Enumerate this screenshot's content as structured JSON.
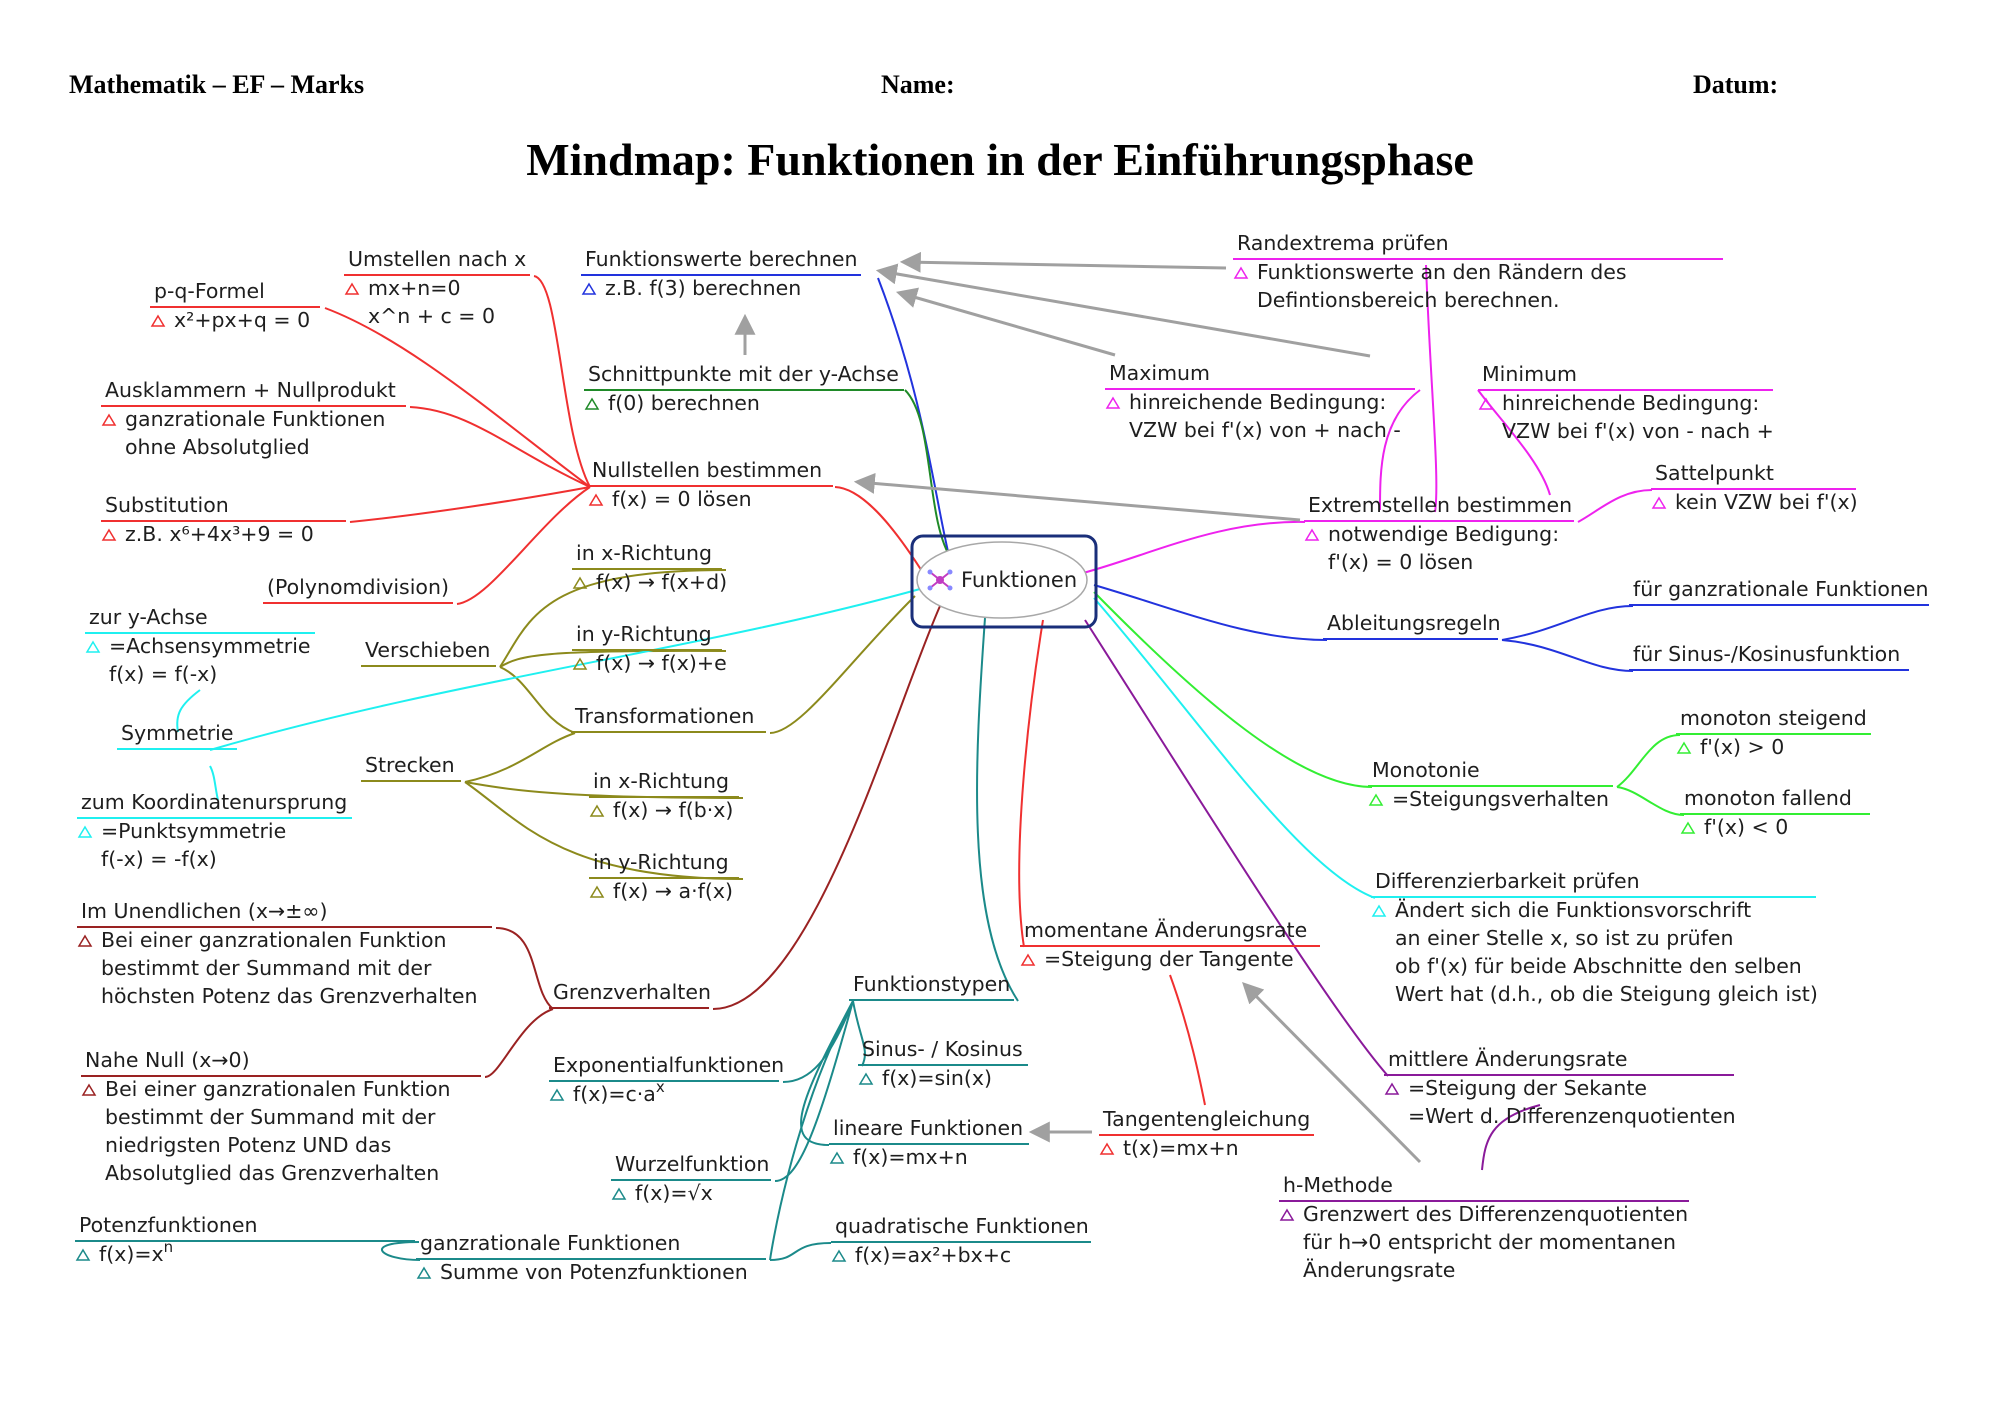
{
  "header": {
    "left": "Mathematik – EF – Marks",
    "name_label": "Name:",
    "date_label": "Datum:"
  },
  "title": "Mindmap: Funktionen in der Einführungsphase",
  "colors": {
    "red": "#f03030",
    "blue": "#2233dd",
    "green": "#1f8a28",
    "olive": "#8c8a1c",
    "cyan": "#1ff0f0",
    "darkred": "#9a2222",
    "teal": "#1b8a8a",
    "magenta": "#ee22ee",
    "lightgreen": "#33ee33",
    "purple": "#8a1a9a",
    "arrow": "#a0a0a0",
    "center_border": "#1a2f7a"
  },
  "center": {
    "label": "Funktionen",
    "icon": "mindmap-icon"
  },
  "marker_icon": "triangle-marker-icon",
  "nodes": [
    {
      "id": "funktionswerte",
      "title": "Funktionswerte berechnen",
      "lines": [
        "z.B. f(3) berechnen"
      ],
      "color": "blue"
    },
    {
      "id": "umstellen",
      "title": "Umstellen nach x",
      "lines": [
        "mx+n=0",
        "x^n + c = 0"
      ],
      "color": "red"
    },
    {
      "id": "pq",
      "title": "p-q-Formel",
      "lines": [
        "x²+px+q = 0"
      ],
      "color": "red"
    },
    {
      "id": "ausklammern",
      "title": "Ausklammern + Nullprodukt",
      "lines": [
        "ganzrationale Funktionen",
        "ohne Absolutglied"
      ],
      "color": "red"
    },
    {
      "id": "substitution",
      "title": "Substitution",
      "lines": [
        "z.B. x⁶+4x³+9 = 0"
      ],
      "color": "red"
    },
    {
      "id": "polynomdivision",
      "title": "(Polynomdivision)",
      "lines": [],
      "color": "red"
    },
    {
      "id": "schnittpunkte",
      "title": "Schnittpunkte mit der y-Achse",
      "lines": [
        "f(0) berechnen"
      ],
      "color": "green"
    },
    {
      "id": "nullstellen",
      "title": "Nullstellen bestimmen",
      "lines": [
        "f(x) = 0 lösen"
      ],
      "color": "red"
    },
    {
      "id": "xrichtung1",
      "title": "in x-Richtung",
      "lines": [
        "f(x) → f(x+d)"
      ],
      "color": "olive"
    },
    {
      "id": "yrichtung1",
      "title": "in y-Richtung",
      "lines": [
        "f(x) → f(x)+e"
      ],
      "color": "olive"
    },
    {
      "id": "verschieben",
      "title": "Verschieben",
      "lines": [],
      "color": "olive"
    },
    {
      "id": "transformationen",
      "title": "Transformationen",
      "lines": [],
      "color": "olive"
    },
    {
      "id": "strecken",
      "title": "Strecken",
      "lines": [],
      "color": "olive"
    },
    {
      "id": "xrichtung2",
      "title": "in x-Richtung",
      "lines": [
        "f(x) → f(b·x)"
      ],
      "color": "olive"
    },
    {
      "id": "yrichtung2",
      "title": "in y-Richtung",
      "lines": [
        "f(x) → a·f(x)"
      ],
      "color": "olive"
    },
    {
      "id": "yachse",
      "title": "zur y-Achse",
      "lines": [
        "=Achsensymmetrie",
        "f(x) = f(-x)"
      ],
      "color": "cyan"
    },
    {
      "id": "symmetrie",
      "title": "Symmetrie",
      "lines": [],
      "color": "cyan"
    },
    {
      "id": "ursprung",
      "title": "zum Koordinatenursprung",
      "lines": [
        "=Punktsymmetrie",
        "f(-x) = -f(x)"
      ],
      "color": "cyan"
    },
    {
      "id": "unendlich",
      "title": "Im Unendlichen (x→±∞)",
      "lines": [
        "Bei einer ganzrationalen Funktion",
        "bestimmt der Summand mit der",
        "höchsten Potenz das Grenzverhalten"
      ],
      "color": "darkred"
    },
    {
      "id": "grenzverhalten",
      "title": "Grenzverhalten",
      "lines": [],
      "color": "darkred"
    },
    {
      "id": "nahenull",
      "title": "Nahe Null (x→0)",
      "lines": [
        "Bei einer ganzrationalen Funktion",
        "bestimmt der Summand mit der",
        "niedrigsten Potenz UND das",
        "Absolutglied das Grenzverhalten"
      ],
      "color": "darkred"
    },
    {
      "id": "funktionstypen",
      "title": "Funktionstypen",
      "lines": [],
      "color": "teal"
    },
    {
      "id": "exponential",
      "title": "Exponentialfunktionen",
      "lines": [
        "f(x)=c·a^x"
      ],
      "color": "teal"
    },
    {
      "id": "sinus",
      "title": "Sinus- / Kosinus",
      "lines": [
        "f(x)=sin(x)"
      ],
      "color": "teal"
    },
    {
      "id": "wurzel",
      "title": "Wurzelfunktion",
      "lines": [
        "f(x)=√x"
      ],
      "color": "teal"
    },
    {
      "id": "linear",
      "title": "lineare Funktionen",
      "lines": [
        "f(x)=mx+n"
      ],
      "color": "teal"
    },
    {
      "id": "potenz",
      "title": "Potenzfunktionen",
      "lines": [
        "f(x)=x^n"
      ],
      "color": "teal"
    },
    {
      "id": "ganzrational",
      "title": "ganzrationale Funktionen",
      "lines": [
        "Summe von Potenzfunktionen"
      ],
      "color": "teal"
    },
    {
      "id": "quadratisch",
      "title": "quadratische Funktionen",
      "lines": [
        "f(x)=ax²+bx+c"
      ],
      "color": "teal"
    },
    {
      "id": "randextrema",
      "title": "Randextrema prüfen",
      "lines": [
        "Funktionswerte an den Rändern des",
        "Defintionsbereich berechnen."
      ],
      "color": "magenta"
    },
    {
      "id": "maximum",
      "title": "Maximum",
      "lines": [
        "hinreichende Bedingung:",
        "VZW bei f'(x) von + nach -"
      ],
      "color": "magenta"
    },
    {
      "id": "minimum",
      "title": "Minimum",
      "lines": [
        "hinreichende Bedingung:",
        "VZW bei f'(x) von - nach +"
      ],
      "color": "magenta"
    },
    {
      "id": "sattelpunkt",
      "title": "Sattelpunkt",
      "lines": [
        "kein VZW bei f'(x)"
      ],
      "color": "magenta"
    },
    {
      "id": "extremstellen",
      "title": "Extremstellen bestimmen",
      "lines": [
        "notwendige Bedigung:",
        "f'(x) = 0 lösen"
      ],
      "color": "magenta"
    },
    {
      "id": "ableitungsregeln",
      "title": "Ableitungsregeln",
      "lines": [],
      "color": "blue"
    },
    {
      "id": "ganzrational_abl",
      "title": "für ganzrationale Funktionen",
      "lines": [],
      "color": "blue"
    },
    {
      "id": "sinus_abl",
      "title": "für Sinus-/Kosinusfunktion",
      "lines": [],
      "color": "blue"
    },
    {
      "id": "steigend",
      "title": "monoton steigend",
      "lines": [
        "f'(x) > 0"
      ],
      "color": "lightgreen"
    },
    {
      "id": "monotonie",
      "title": "Monotonie",
      "lines": [
        "=Steigungsverhalten"
      ],
      "color": "lightgreen"
    },
    {
      "id": "fallend",
      "title": "monoton fallend",
      "lines": [
        "f'(x) < 0"
      ],
      "color": "lightgreen"
    },
    {
      "id": "differenzierbarkeit",
      "title": "Differenzierbarkeit prüfen",
      "lines": [
        "Ändert sich die Funktionsvorschrift",
        "an einer Stelle x, so ist zu prüfen",
        "ob f'(x) für beide Abschnitte den selben",
        "Wert hat (d.h., ob die Steigung gleich ist)"
      ],
      "color": "cyan"
    },
    {
      "id": "momentane",
      "title": "momentane Änderungsrate",
      "lines": [
        "=Steigung der Tangente"
      ],
      "color": "red"
    },
    {
      "id": "tangentengleichung",
      "title": "Tangentengleichung",
      "lines": [
        "t(x)=mx+n"
      ],
      "color": "red"
    },
    {
      "id": "mittlere",
      "title": "mittlere Änderungsrate",
      "lines": [
        "=Steigung der Sekante",
        "=Wert d. Differenzenquotienten"
      ],
      "color": "purple"
    },
    {
      "id": "hmethode",
      "title": "h-Methode",
      "lines": [
        "Grenzwert des Differenzenquotienten",
        "für h→0 entspricht der momentanen",
        "Änderungsrate"
      ],
      "color": "purple"
    }
  ]
}
